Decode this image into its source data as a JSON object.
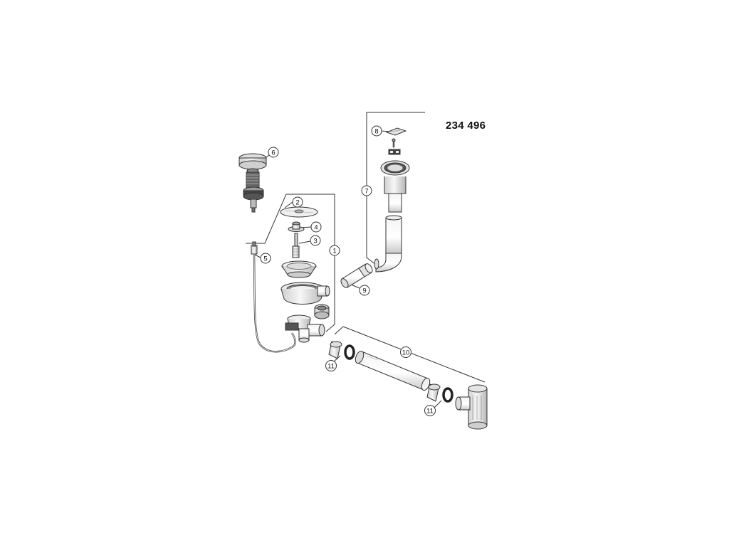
{
  "diagram": {
    "product_code": "234 496",
    "callouts": [
      "1",
      "2",
      "3",
      "4",
      "5",
      "6",
      "7",
      "8",
      "9",
      "10",
      "11",
      "11"
    ],
    "colors": {
      "line": "#333333",
      "part_fill": "#eeeeee",
      "part_shade": "#bdbdbd",
      "dark": "#222222"
    }
  }
}
